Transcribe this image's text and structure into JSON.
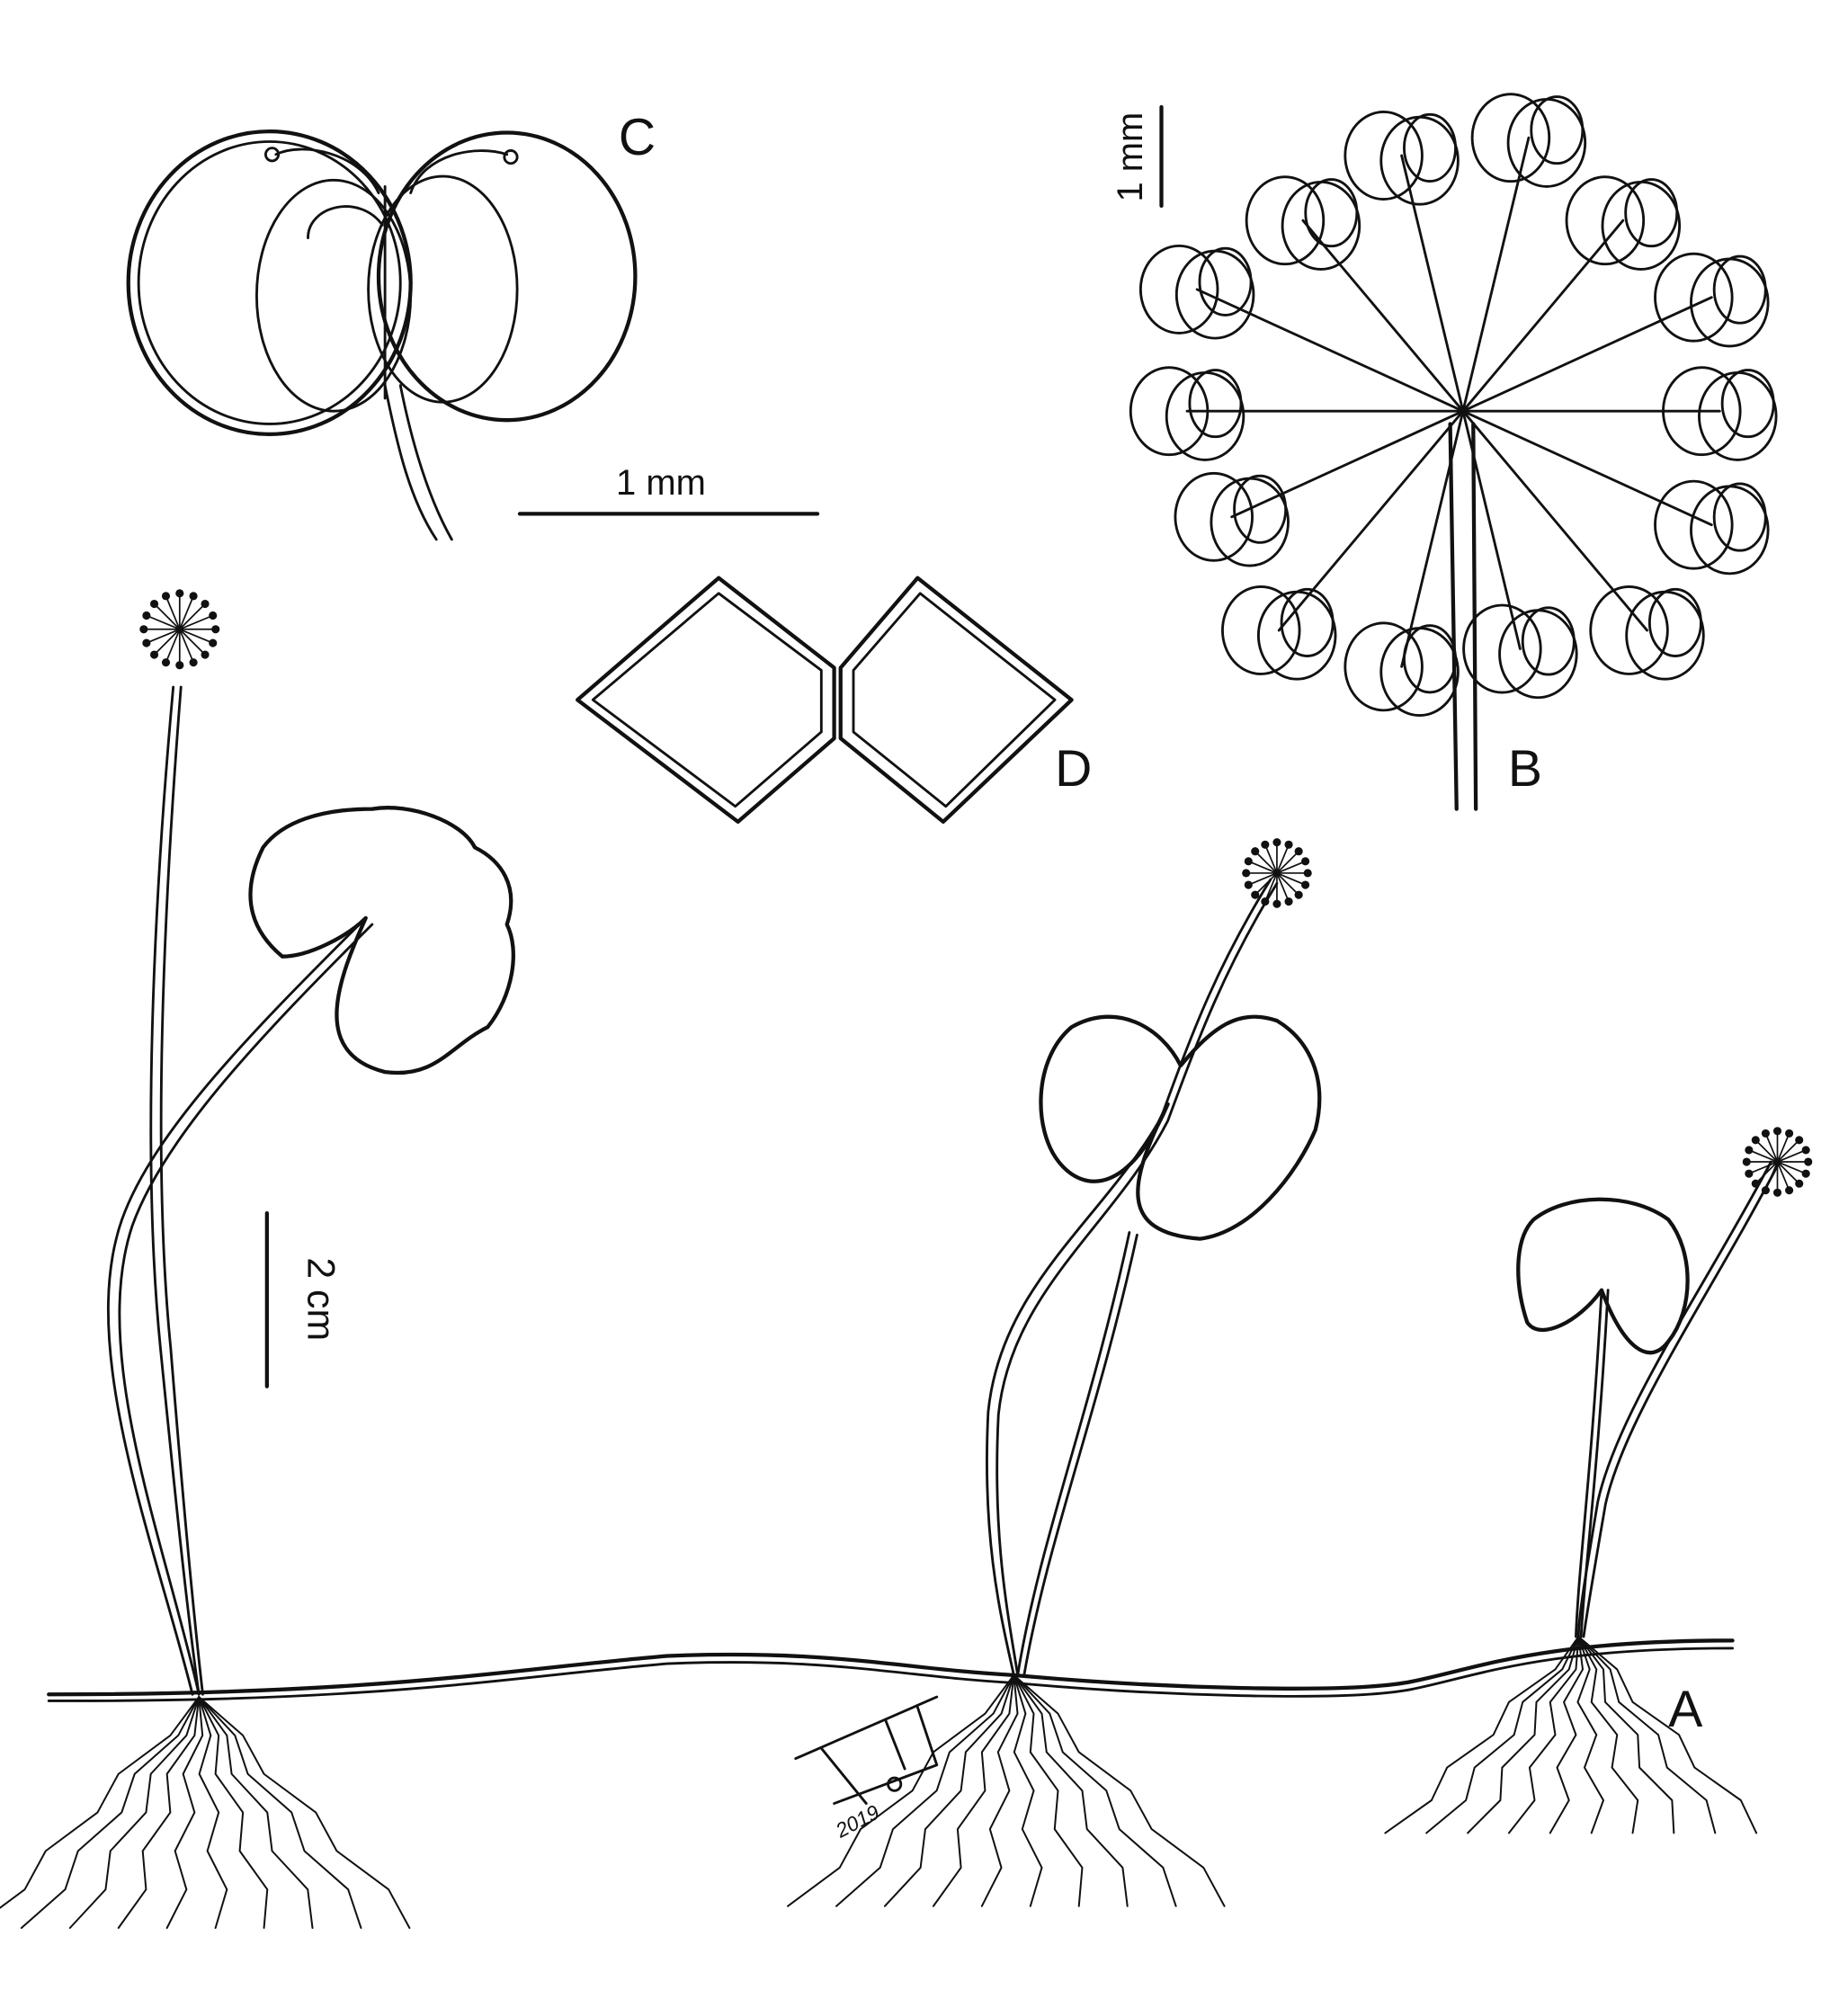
{
  "panels": {
    "A": {
      "label": "A"
    },
    "B": {
      "label": "B"
    },
    "C": {
      "label": "C"
    },
    "D": {
      "label": "D"
    }
  },
  "scale_bars": {
    "b_bar": "1 mm",
    "c_bar": "1 mm",
    "a_bar": "2 cm"
  },
  "signature": {
    "year": "2019"
  }
}
